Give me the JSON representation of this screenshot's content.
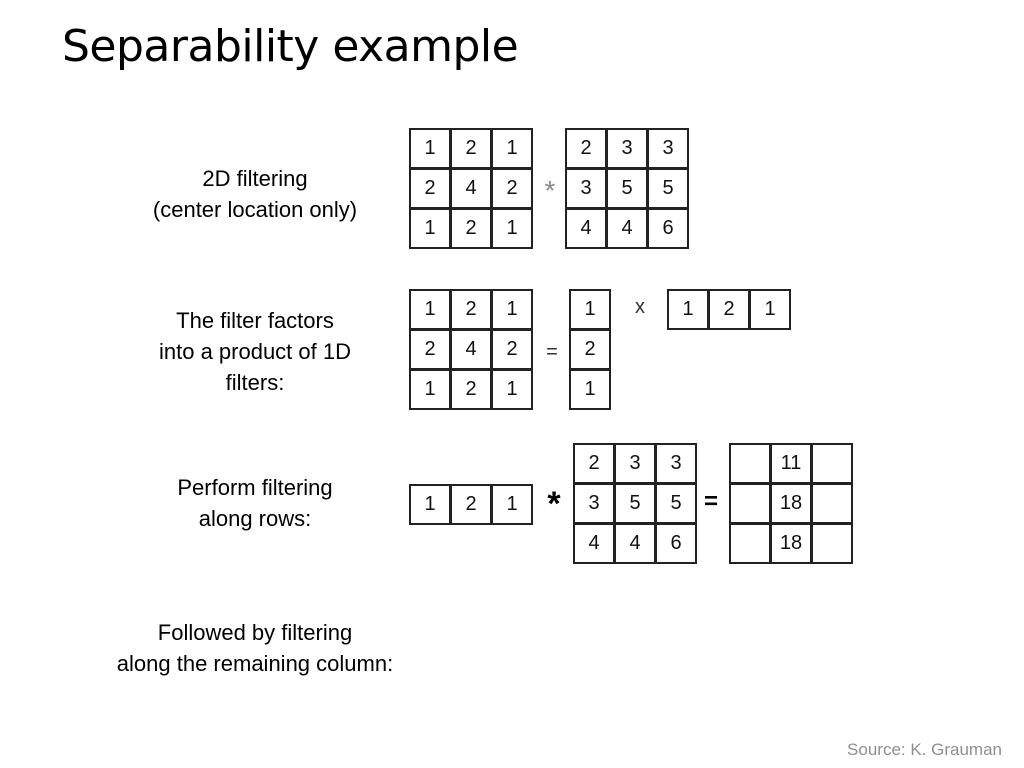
{
  "slide": {
    "title": "Separability example",
    "source": "Source: K. Grauman"
  },
  "captions": {
    "filtering_2d": [
      "2D filtering",
      "(center location only)"
    ],
    "factors": [
      "The filter factors",
      "into a product of 1D",
      "filters:"
    ],
    "rows": [
      "Perform filtering",
      "along rows:"
    ],
    "column": [
      "Followed by filtering",
      "along the remaining column:"
    ]
  },
  "operators": {
    "convolve_small": "*",
    "equals_small": "=",
    "times": "x",
    "convolve_bold": "*",
    "equals_bold": "="
  },
  "matrices": {
    "filter_2d": [
      [
        "1",
        "2",
        "1"
      ],
      [
        "2",
        "4",
        "2"
      ],
      [
        "1",
        "2",
        "1"
      ]
    ],
    "image": [
      [
        "2",
        "3",
        "3"
      ],
      [
        "3",
        "5",
        "5"
      ],
      [
        "4",
        "4",
        "6"
      ]
    ],
    "filter_2d_b": [
      [
        "1",
        "2",
        "1"
      ],
      [
        "2",
        "4",
        "2"
      ],
      [
        "1",
        "2",
        "1"
      ]
    ],
    "column_filter": [
      [
        "1"
      ],
      [
        "2"
      ],
      [
        "1"
      ]
    ],
    "row_filter": [
      [
        "1",
        "2",
        "1"
      ]
    ],
    "row_filter_b": [
      [
        "1",
        "2",
        "1"
      ]
    ],
    "image_b": [
      [
        "2",
        "3",
        "3"
      ],
      [
        "3",
        "5",
        "5"
      ],
      [
        "4",
        "4",
        "6"
      ]
    ],
    "row_result": [
      [
        "",
        "11",
        ""
      ],
      [
        "",
        "18",
        ""
      ],
      [
        "",
        "18",
        ""
      ]
    ]
  }
}
